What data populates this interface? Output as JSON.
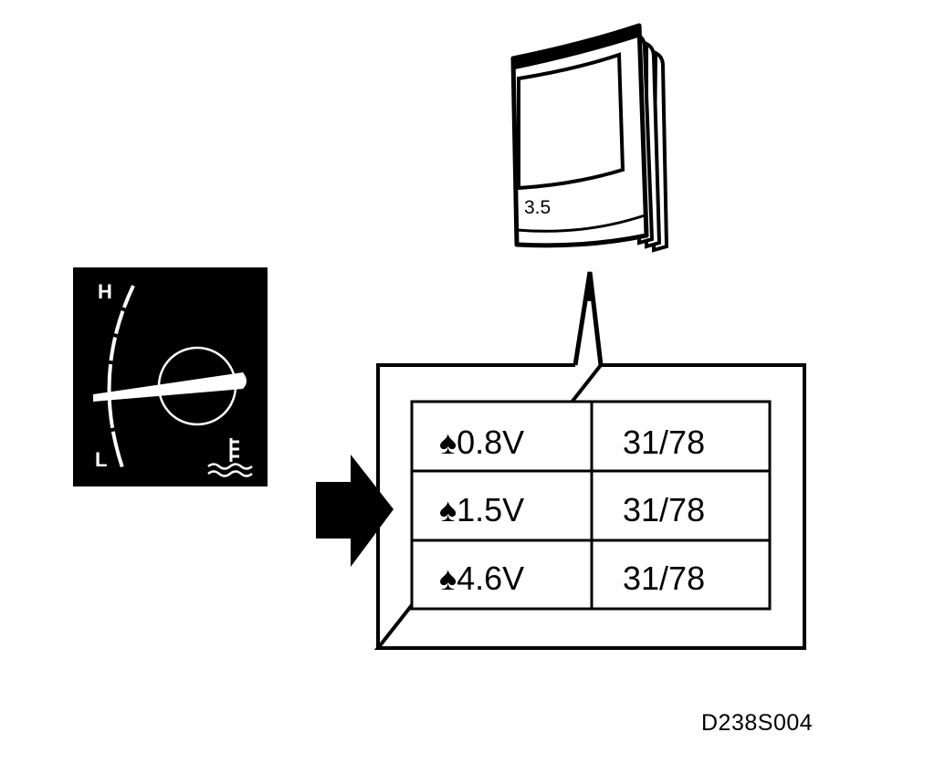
{
  "manual": {
    "page_label": "3.5"
  },
  "gauge": {
    "label_high": "H",
    "label_low": "L",
    "icon": "coolant-temperature-icon"
  },
  "arrow": {
    "icon": "arrow-right-icon"
  },
  "callout_table": {
    "rows": [
      {
        "voltage": "♠0.8V",
        "value": "31/78"
      },
      {
        "voltage": "♠1.5V",
        "value": "31/78"
      },
      {
        "voltage": "♠4.6V",
        "value": "31/78"
      }
    ]
  },
  "figure_code": "D238S004"
}
